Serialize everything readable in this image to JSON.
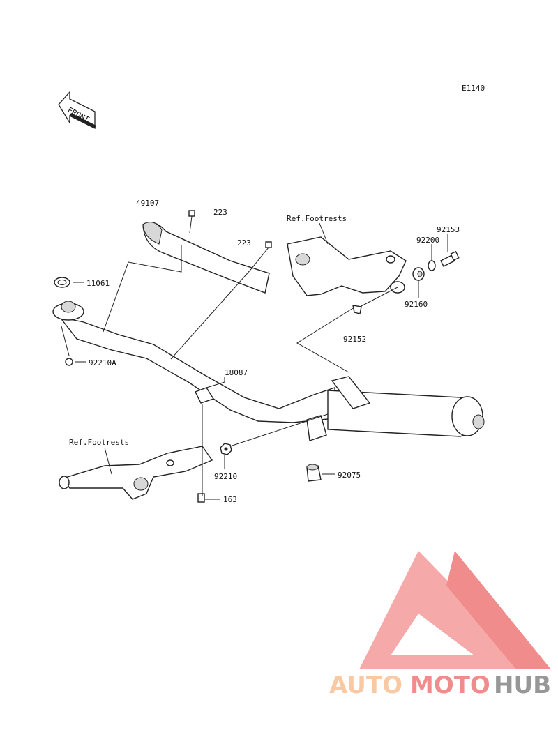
{
  "diagram": {
    "code": "E1140",
    "front_label": "FRONT",
    "ref_top": "Ref.Footrests",
    "ref_bottom": "Ref.Footrests",
    "parts": {
      "p49107": "49107",
      "p223a": "223",
      "p223b": "223",
      "p11061": "11061",
      "p92210A": "92210A",
      "p18087": "18087",
      "p92153": "92153",
      "p92200": "92200",
      "p92160": "92160",
      "p92152": "92152",
      "p92210": "92210",
      "p92075": "92075",
      "p163": "163"
    }
  },
  "watermark": {
    "part1": "AUTO",
    "part2": "MOTO",
    "part3": "HUB",
    "color_light": "#f8c49a",
    "color_red": "#f08080",
    "color_gray": "#8c8c8c"
  }
}
